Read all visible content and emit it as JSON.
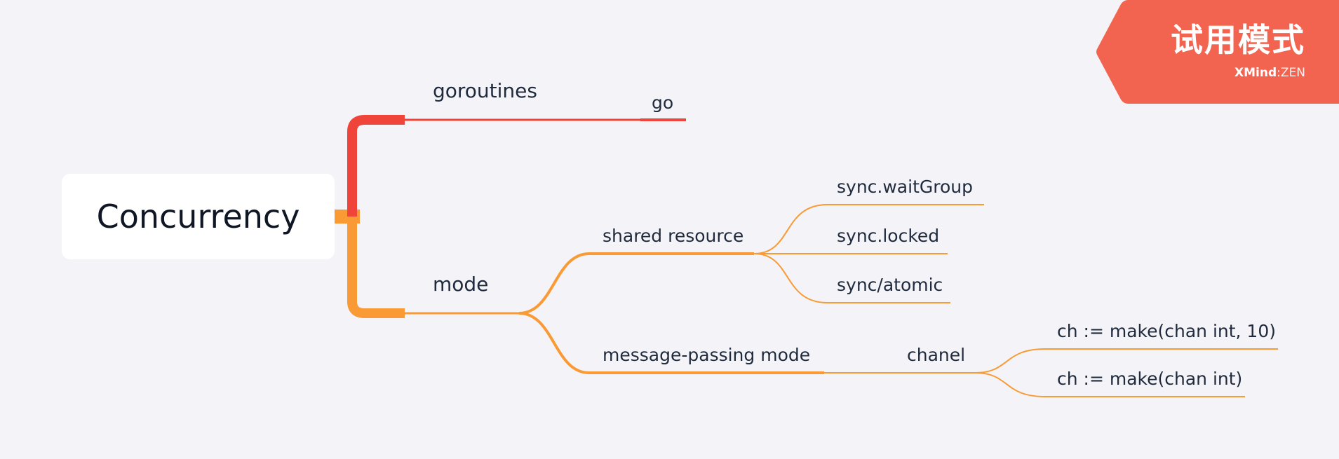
{
  "map": {
    "root": "Concurrency",
    "branches": [
      {
        "label": "goroutines",
        "color": "#f0443a",
        "children": [
          {
            "label": "go"
          }
        ]
      },
      {
        "label": "mode",
        "color": "#f99a34",
        "children": [
          {
            "label": "shared resource",
            "children": [
              {
                "label": "sync.waitGroup"
              },
              {
                "label": "sync.locked"
              },
              {
                "label": "sync/atomic"
              }
            ]
          },
          {
            "label": "message-passing mode",
            "children": [
              {
                "label": "chanel",
                "children": [
                  {
                    "label": "ch := make(chan int, 10)"
                  },
                  {
                    "label": "ch := make(chan int)"
                  }
                ]
              }
            ]
          }
        ]
      }
    ]
  },
  "watermark": {
    "title": "试用模式",
    "brand_bold": "XMind",
    "brand_sep": ":",
    "brand_thin": "ZEN",
    "color": "#f26450"
  },
  "colors": {
    "background": "#f4f4f8",
    "root_box": "#ffffff"
  }
}
